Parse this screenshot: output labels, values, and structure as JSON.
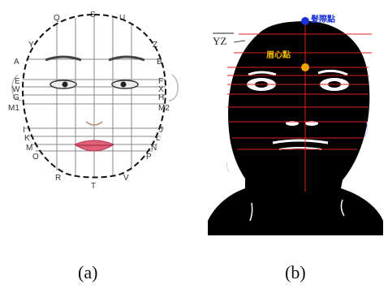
{
  "panel_a": {
    "caption": "(a)",
    "points_left": [
      "Y",
      "A",
      "E",
      "W",
      "G",
      "M1",
      "I",
      "K",
      "M",
      "O",
      "R"
    ],
    "points_right": [
      "Z",
      "B",
      "F",
      "X",
      "H",
      "M2",
      "J",
      "L",
      "N",
      "P",
      "V"
    ],
    "points_top": [
      "Q",
      "S",
      "U"
    ],
    "points_bottom": [
      "T"
    ]
  },
  "panel_b": {
    "caption": "(b)",
    "line_label": "YZ",
    "hairline_point": "髮際點",
    "brow_center_point": "眉心點",
    "colors": {
      "hairline_dot": "#1a2fd6",
      "brow_dot": "#f0a400",
      "grid_line": "#e0201c",
      "label_brow": "#e8b400",
      "label_hair": "#1a2fd6"
    }
  }
}
